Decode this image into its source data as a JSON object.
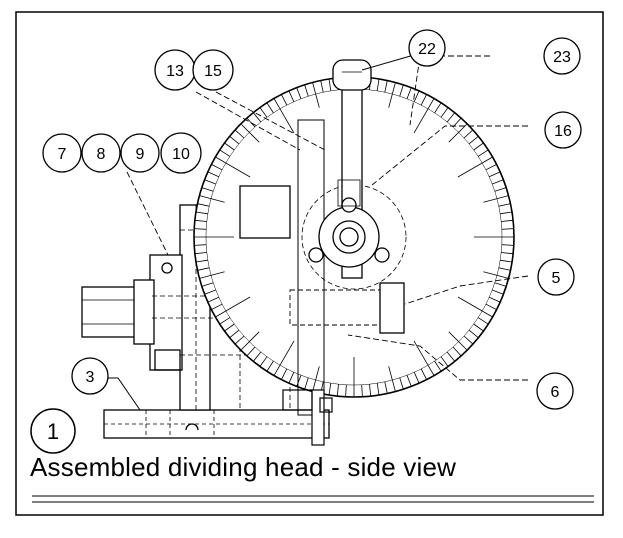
{
  "caption": "Assembled dividing head - side view",
  "figure_number": "1",
  "callouts": {
    "c3": "3",
    "c5": "5",
    "c6": "6",
    "c7": "7",
    "c8": "8",
    "c9": "9",
    "c10": "10",
    "c13": "13",
    "c15": "15",
    "c16": "16",
    "c22": "22",
    "c23": "23"
  }
}
